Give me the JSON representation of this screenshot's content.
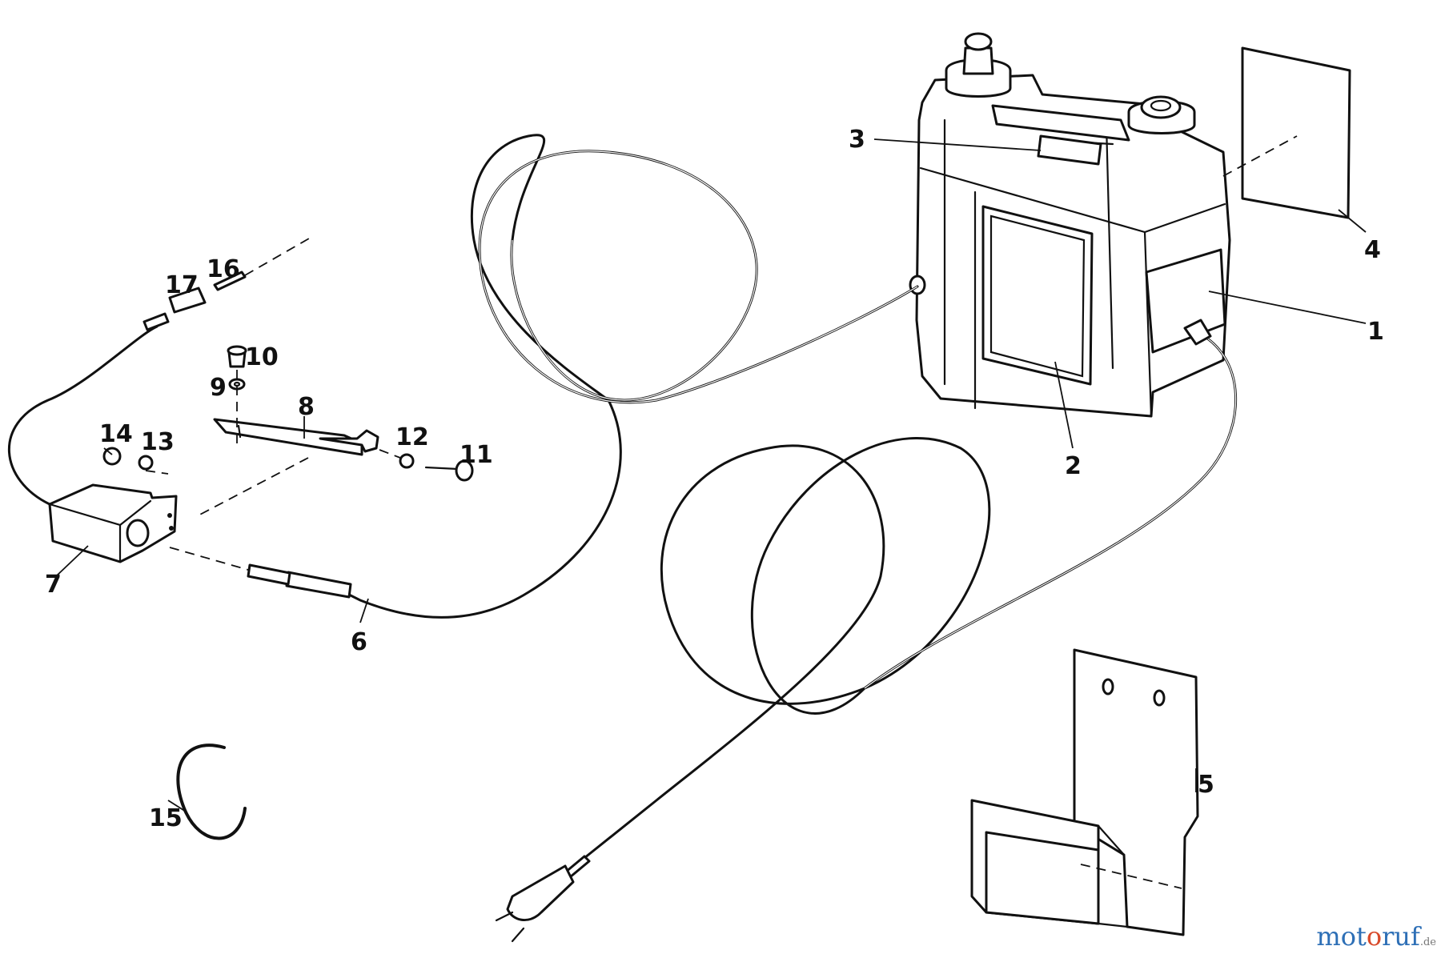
{
  "diagram": {
    "callouts": {
      "c1": "1",
      "c2": "2",
      "c3": "3",
      "c4": "4",
      "c5": "5",
      "c6": "6",
      "c7": "7",
      "c8": "8",
      "c9": "9",
      "c10": "10",
      "c11": "11",
      "c12": "12",
      "c13": "13",
      "c14": "14",
      "c15": "15",
      "c16": "16",
      "c17": "17"
    }
  },
  "watermark": {
    "part1": "mot",
    "part2": "o",
    "part3": "ruf",
    "tld": ".de"
  }
}
